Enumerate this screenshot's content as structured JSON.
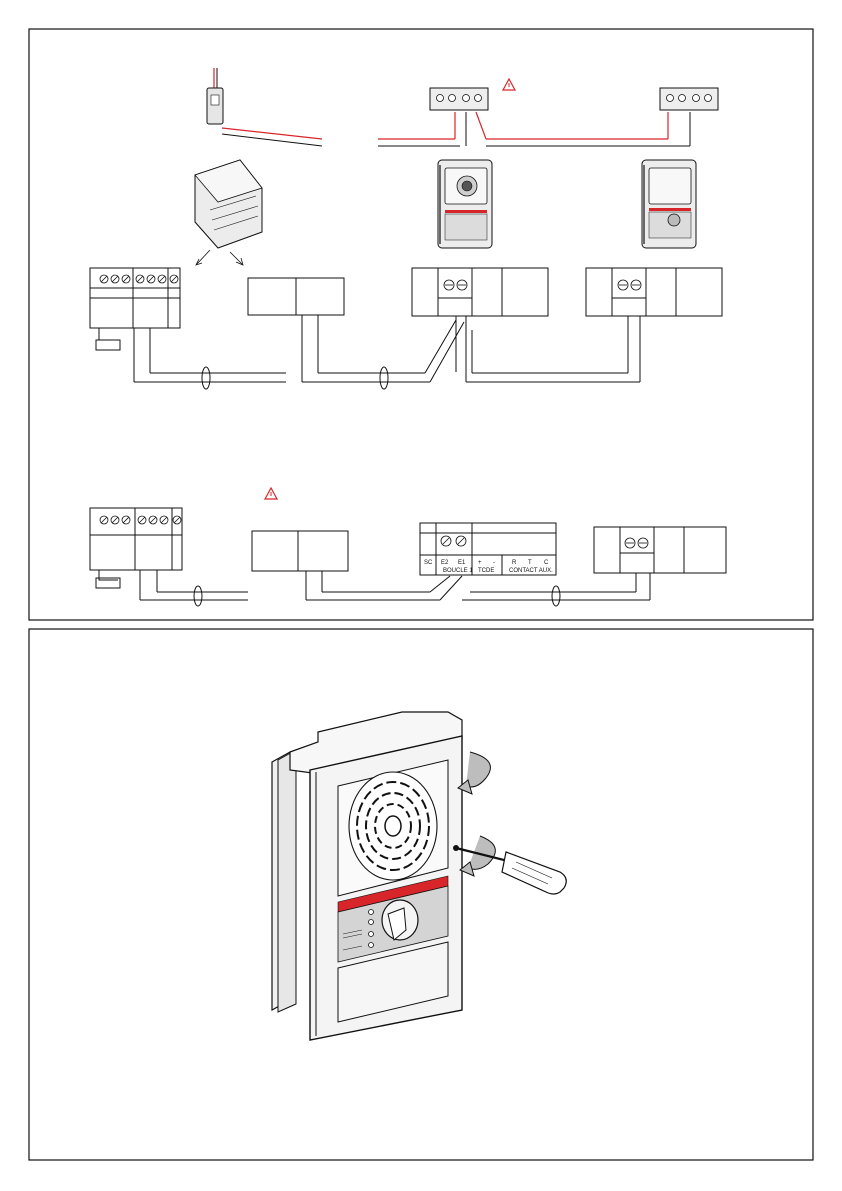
{
  "figure_top": {
    "warning_icon_top": "warning-triangle",
    "warning_icon_mid": "warning-triangle"
  },
  "terminal_block": {
    "labels": [
      "SC",
      "E2",
      "E1",
      "+",
      "-",
      "R",
      "T",
      "C"
    ],
    "group_boucle": "BOUCLE 1",
    "group_tcde": "TCDE",
    "group_contact": "CONTACT AUX."
  },
  "colors": {
    "line": "#111111",
    "wire_red": "#d8252a",
    "device_grey": "#e6e6e6",
    "device_dark": "#3a3a3a",
    "panel_red": "#d8252a",
    "panel_grey": "#d4d4d4"
  },
  "figure_bottom": {
    "panel_strip_text": "",
    "rotation_icon": "rotate-arrow-icon",
    "tool_icon": "screwdriver-icon"
  }
}
